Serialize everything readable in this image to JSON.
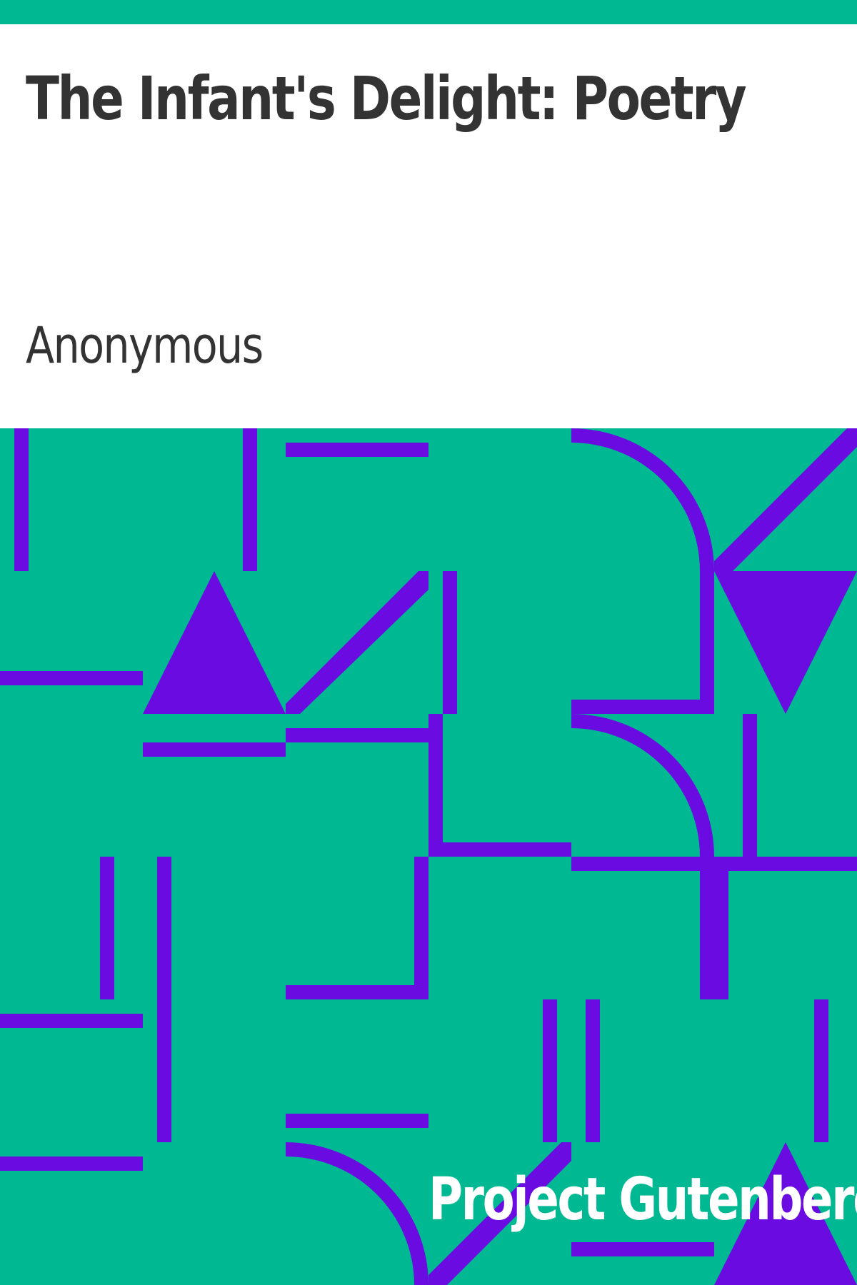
{
  "cover": {
    "title": "The Infant's Delight: Poetry",
    "author": "Anonymous",
    "publisher": "Project Gutenberg",
    "colors": {
      "background": "#00b993",
      "panel": "#ffffff",
      "text": "#333333",
      "pattern": "#6a0ce1",
      "publisher_text": "#ffffff"
    }
  }
}
